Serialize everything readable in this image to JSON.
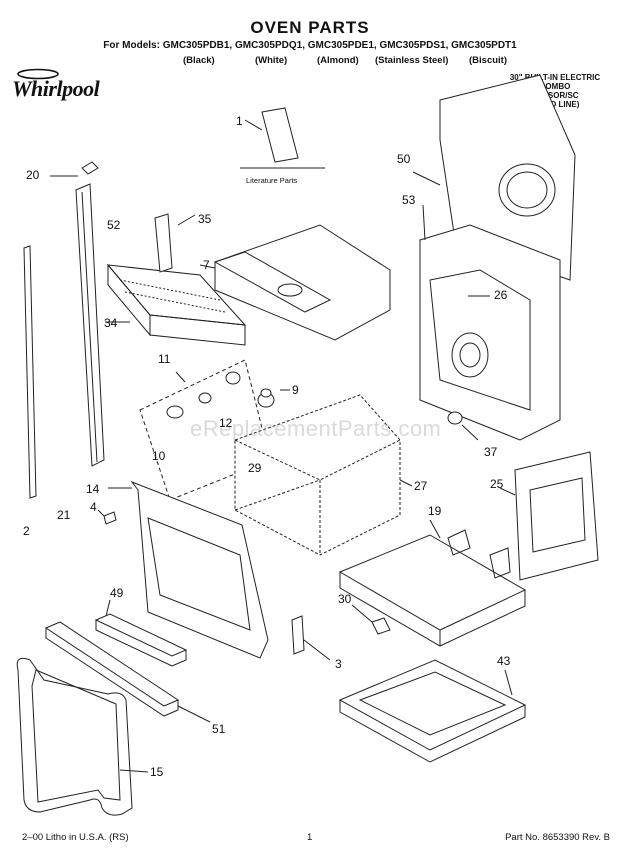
{
  "header": {
    "title": "OVEN PARTS",
    "models": "For Models: GMC305PDB1, GMC305PDQ1, GMC305PDE1, GMC305PDS1, GMC305PDT1",
    "variants": [
      "(Black)",
      "(White)",
      "(Almond)",
      "(Stainless Steel)",
      "(Biscuit)"
    ]
  },
  "logo": {
    "text": "Whirlpool"
  },
  "spec_note": [
    "30\" BUILT-IN ELECTRIC",
    "COMBO",
    "SENSOR/SC",
    "(GOLD LINE)"
  ],
  "literature_label": "Literature Parts",
  "watermark": "eReplacementParts.com",
  "callouts": {
    "c1": "1",
    "c50": "50",
    "c20": "20",
    "c52": "52",
    "c35": "35",
    "c7": "7",
    "c53": "53",
    "c26": "26",
    "c34": "34",
    "c11": "11",
    "c9": "9",
    "c12": "12",
    "c10": "10",
    "c37": "37",
    "c29": "29",
    "c27": "27",
    "c14": "14",
    "c4": "4",
    "c21": "21",
    "c2": "2",
    "c25": "25",
    "c19": "19",
    "c49": "49",
    "c30": "30",
    "c3": "3",
    "c43": "43",
    "c51": "51",
    "c15": "15"
  },
  "footer": {
    "left": "2–00 Litho in U.S.A. (RS)",
    "page": "1",
    "part_no": "Part No. 8653390 Rev. B"
  }
}
